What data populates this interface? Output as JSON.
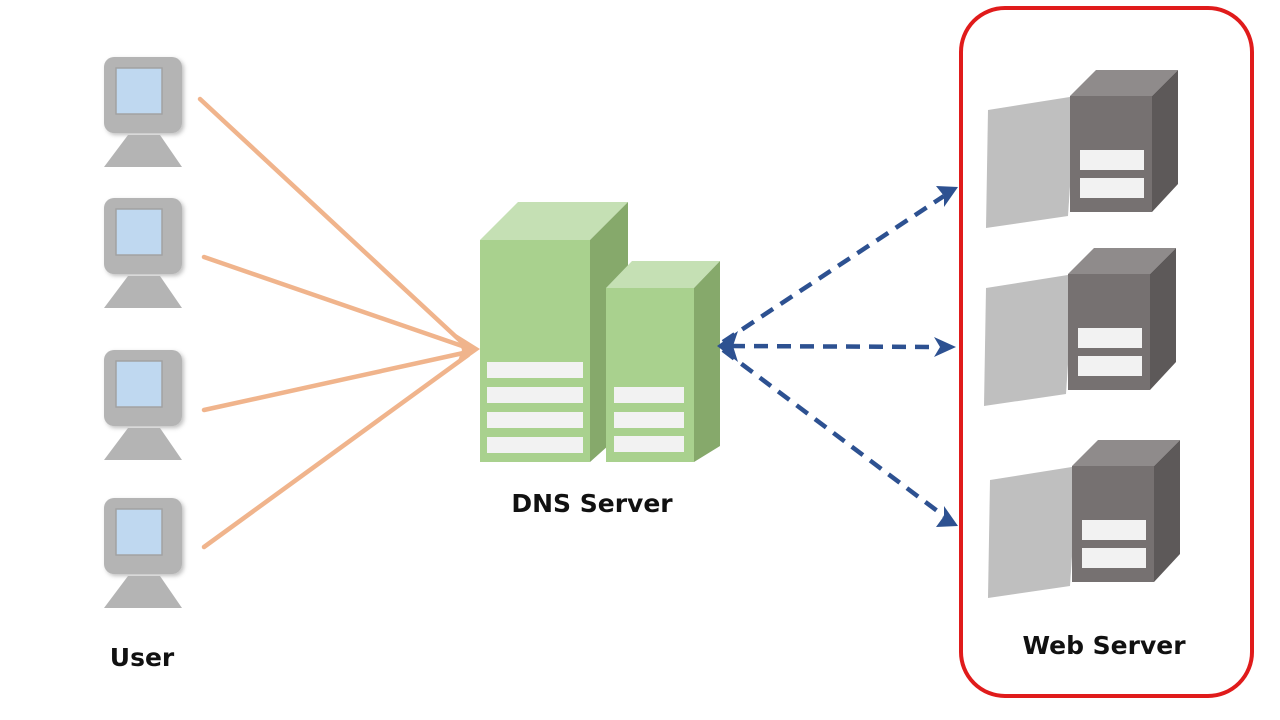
{
  "labels": {
    "user": "User",
    "dns_server": "DNS Server",
    "web_server": "Web Server"
  },
  "colors": {
    "user_arrow": "#f0b48c",
    "dns_arrow": "#2d5191",
    "highlight_border": "#e01b1b",
    "monitor_body": "#b4b4b4",
    "monitor_screen": "#bfd8f0",
    "dns_server_front": "#a9d18e",
    "dns_server_top": "#c5e0b4",
    "dns_server_side": "#86a96b",
    "web_server_front": "#767171",
    "web_server_top": "#8f8b8b",
    "web_server_side": "#5d5959",
    "web_server_door": "#bfbfbf",
    "drive_bay": "#f2f2f2"
  }
}
